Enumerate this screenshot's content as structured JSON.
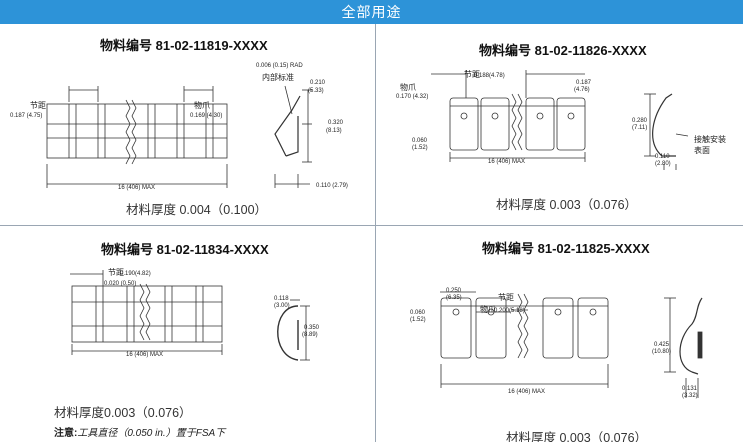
{
  "header": {
    "title": "全部用途"
  },
  "panels": [
    {
      "part": "物料编号 81-02-11819-XXXX",
      "thickness": "材料厚度 0.004（0.100）",
      "labels": {
        "pitch": "节距",
        "pitch_dim": "0.187 (4.75)",
        "finger": "物爪",
        "finger_dim": "0.169 (4.30)",
        "rad": "0.006 (0.15) RAD",
        "inner": "内部标准",
        "h1": "0.210",
        "h1b": "(5.33)",
        "h2": "0.320",
        "h2b": "(8.13)",
        "w": "0.110 (2.79)",
        "len": "16 (406) MAX"
      }
    },
    {
      "part": "物料编号 81-02-11826-XXXX",
      "thickness": "材料厚度 0.003（0.076）",
      "labels": {
        "pitch": "节距",
        "pitch_dim": "0.188(4.78)",
        "finger": "物爪",
        "finger_dim": "0.170 (4.32)",
        "dim3": "0.187",
        "dim3b": "(4.76)",
        "hole": "0.060",
        "holeb": "(1.52)",
        "h": "0.280",
        "hb": "(7.11)",
        "w": "0.110",
        "wb": "(2.80)",
        "mount": "接触安装",
        "mount2": "表面",
        "len": "16 (406) MAX"
      }
    },
    {
      "part": "物料编号 81-02-11834-XXXX",
      "thickness": "材料厚度0.003（0.076）",
      "note_label": "注意:",
      "note_text": "工具直径（0.050 in.）置于FSA下",
      "labels": {
        "pitch": "节距",
        "pitch_dim": "0.190(4.82)",
        "dim2": "0.020 (0.50)",
        "w": "0.118",
        "wb": "(3.00)",
        "h": "0.350",
        "hb": "(8.89)",
        "len": "16 (406) MAX"
      }
    },
    {
      "part": "物料编号 81-02-11825-XXXX",
      "thickness": "材料厚度 0.003（0.076）",
      "labels": {
        "pitch": "节距",
        "pitch_dim": "0.200(5.18)",
        "finger": "物爪",
        "dim1": "0.250",
        "dim1b": "(6.35)",
        "hole": "0.060",
        "holeb": "(1.52)",
        "h": "0.425",
        "hb": "(10.80)",
        "w": "0.131",
        "wb": "(3.32)",
        "len": "16 (406) MAX"
      }
    }
  ]
}
